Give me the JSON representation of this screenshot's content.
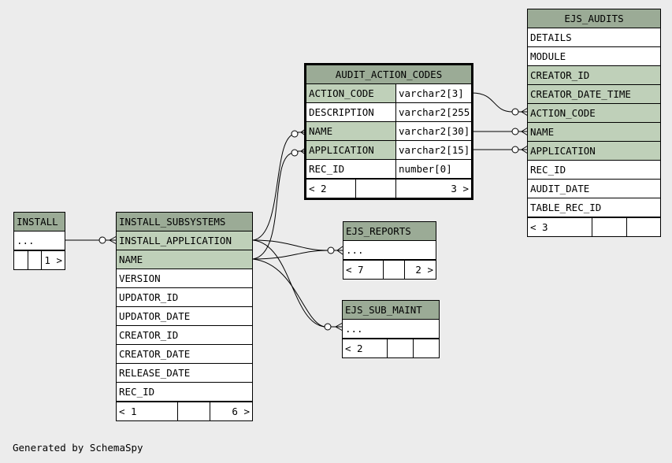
{
  "tables": {
    "install": {
      "name": "INSTALL",
      "rows": [
        "..."
      ],
      "footer": [
        "",
        "",
        "1 >"
      ]
    },
    "install_subsystems": {
      "name": "INSTALL_SUBSYSTEMS",
      "rows": [
        {
          "name": "INSTALL_APPLICATION",
          "pk": true
        },
        {
          "name": "NAME",
          "pk": true
        },
        {
          "name": "VERSION",
          "pk": false
        },
        {
          "name": "UPDATOR_ID",
          "pk": false
        },
        {
          "name": "UPDATOR_DATE",
          "pk": false
        },
        {
          "name": "CREATOR_ID",
          "pk": false
        },
        {
          "name": "CREATOR_DATE",
          "pk": false
        },
        {
          "name": "RELEASE_DATE",
          "pk": false
        },
        {
          "name": "REC_ID",
          "pk": false
        }
      ],
      "footer": [
        "< 1",
        "",
        "6 >"
      ]
    },
    "audit_action_codes": {
      "name": "AUDIT_ACTION_CODES",
      "rows": [
        {
          "name": "ACTION_CODE",
          "type": "varchar2[3]",
          "pk": true
        },
        {
          "name": "DESCRIPTION",
          "type": "varchar2[255]",
          "pk": false
        },
        {
          "name": "NAME",
          "type": "varchar2[30]",
          "pk": true
        },
        {
          "name": "APPLICATION",
          "type": "varchar2[15]",
          "pk": true
        },
        {
          "name": "REC_ID",
          "type": "number[0]",
          "pk": false
        }
      ],
      "footer": [
        "< 2",
        "",
        "3 >"
      ]
    },
    "ejs_audits": {
      "name": "EJS_AUDITS",
      "rows": [
        {
          "name": "DETAILS",
          "pk": false
        },
        {
          "name": "MODULE",
          "pk": false
        },
        {
          "name": "CREATOR_ID",
          "pk": true
        },
        {
          "name": "CREATOR_DATE_TIME",
          "pk": true
        },
        {
          "name": "ACTION_CODE",
          "pk": true
        },
        {
          "name": "NAME",
          "pk": true
        },
        {
          "name": "APPLICATION",
          "pk": true
        },
        {
          "name": "REC_ID",
          "pk": false
        },
        {
          "name": "AUDIT_DATE",
          "pk": false
        },
        {
          "name": "TABLE_REC_ID",
          "pk": false
        }
      ],
      "footer": [
        "< 3",
        "",
        ""
      ]
    },
    "ejs_reports": {
      "name": "EJS_REPORTS",
      "rows": [
        "..."
      ],
      "footer": [
        "< 7",
        "",
        "2 >"
      ]
    },
    "ejs_sub_maint": {
      "name": "EJS_SUB_MAINT",
      "rows": [
        "..."
      ],
      "footer": [
        "< 2",
        "",
        ""
      ]
    }
  },
  "generated_by": "Generated by SchemaSpy"
}
